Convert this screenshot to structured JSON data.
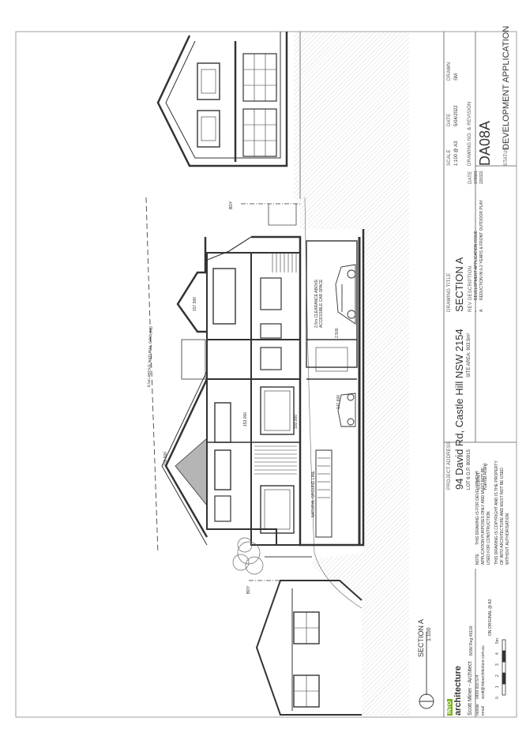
{
  "sheet": {
    "section_label": "SECTION A",
    "section_scale": "1:100",
    "on_original": "ON ORIGINAL @ A3",
    "scale_ticks": [
      "0",
      "1",
      "2",
      "3",
      "4",
      "5m"
    ]
  },
  "firm": {
    "logo_word1": "INTO",
    "logo_word2": "architecture",
    "architect": "Scott Miner - Architect",
    "nsw_reg": "NSW Reg #9100",
    "mobile_label": "mobile",
    "mobile": "0409 916 574",
    "email_label": "email",
    "email": "scott@intoarchitecture.com.au"
  },
  "notes": {
    "note_label": "NOTE",
    "note_text_1": "THIS DRAWING IS FOR DEVELOPMENT",
    "note_text_2": "APPLICATION PURPOSES ONLY AND MUST NOT BE",
    "note_text_3": "USED FOR CONSTRUCTION",
    "copyright_1": "THIS DRAWING IS COPYRIGHT AND IS THE PROPERTY",
    "copyright_2": "OF INTO ARCHITECTURE AND MUST NOT BE USED",
    "copyright_3": "WITHOUT AUTHORISATION"
  },
  "project": {
    "address_label": "PROJECT ADDRESS",
    "address": "94 David Rd, Castle Hill NSW 2154",
    "lot": "LOT 6  D.P. 800915",
    "site_area": "SITE AREA: 903.5m²",
    "client_label": "CLIENT",
    "client": "Kamal Aranji"
  },
  "title_block": {
    "drawing_title_label": "DRAWING TITLE",
    "drawing_title": "SECTION A",
    "rev_label": "REV",
    "desc_label": "DESCRIPTION",
    "date_label": "DATE",
    "revisions": [
      {
        "rev": "-",
        "desc": "DEVELOPMENT APPLICATION ISSUE",
        "date": "170921"
      },
      {
        "rev": "A",
        "desc": "REDUCTION IN 0-2 YEARS & FRONT OUTDOOR PLAY",
        "date": "220322"
      }
    ],
    "scale_label": "SCALE",
    "scale": "1:100 @ A3",
    "date_field_label": "DATE",
    "date": "5/04/2022",
    "drawn_label": "DRAWN",
    "drawn": "SM",
    "drawing_no_label": "DRAWING NO. & REVISION",
    "drawing_no": "DA08A",
    "status_label": "STATUS",
    "status": "DEVELOPMENT APPLICATION"
  },
  "annotations": {
    "height_limit": "8.5m ABOVE NATURAL GROUND",
    "natural_ground": "NATURAL GROUND LINE",
    "car_clearance_1": "2.5m CLEARANCE ABOVE",
    "car_clearance_2": "ACCESSIBLE CAR SPACE",
    "boundary_left": "BDY",
    "boundary_right": "BDY",
    "rl_1": "159.500",
    "rl_2": "157.500",
    "rl_3": "153.000",
    "rl_4": "150.000",
    "rl_5": "147.600",
    "rl_6": "2.500"
  }
}
